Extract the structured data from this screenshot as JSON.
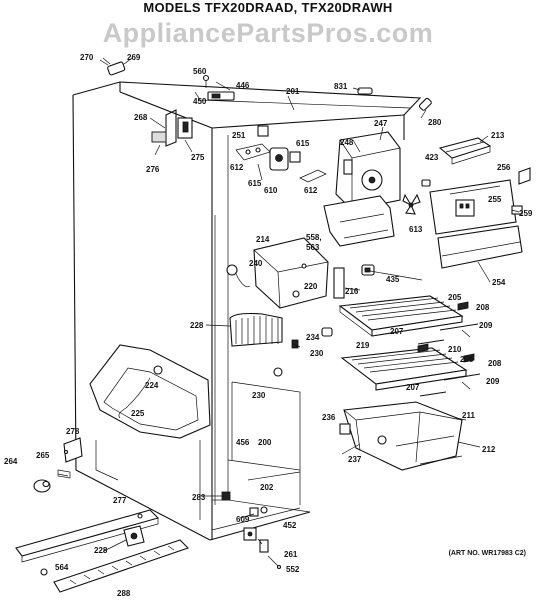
{
  "header": {
    "models_title": "MODELS TFX20DRAAD, TFX20DRAWH",
    "watermark": "AppliancePartsPros.com"
  },
  "footer": {
    "art_number": "(ART NO. WR17983 C2)"
  },
  "part_labels": [
    "270",
    "269",
    "560",
    "446",
    "450",
    "201",
    "831",
    "268",
    "275",
    "276",
    "251",
    "615",
    "612",
    "615",
    "610",
    "612",
    "248",
    "247",
    "280",
    "213",
    "423",
    "256",
    "255",
    "259",
    "613",
    "214",
    "558,",
    "563",
    "240",
    "435",
    "254",
    "216",
    "220",
    "205",
    "208",
    "207",
    "209",
    "228",
    "234",
    "219",
    "230",
    "210",
    "206",
    "208",
    "224",
    "207",
    "209",
    "230",
    "225",
    "211",
    "236",
    "278",
    "456",
    "200",
    "237",
    "212",
    "264",
    "265",
    "202",
    "277",
    "283",
    "609",
    "452",
    "228",
    "261",
    "552",
    "564",
    "288"
  ]
}
